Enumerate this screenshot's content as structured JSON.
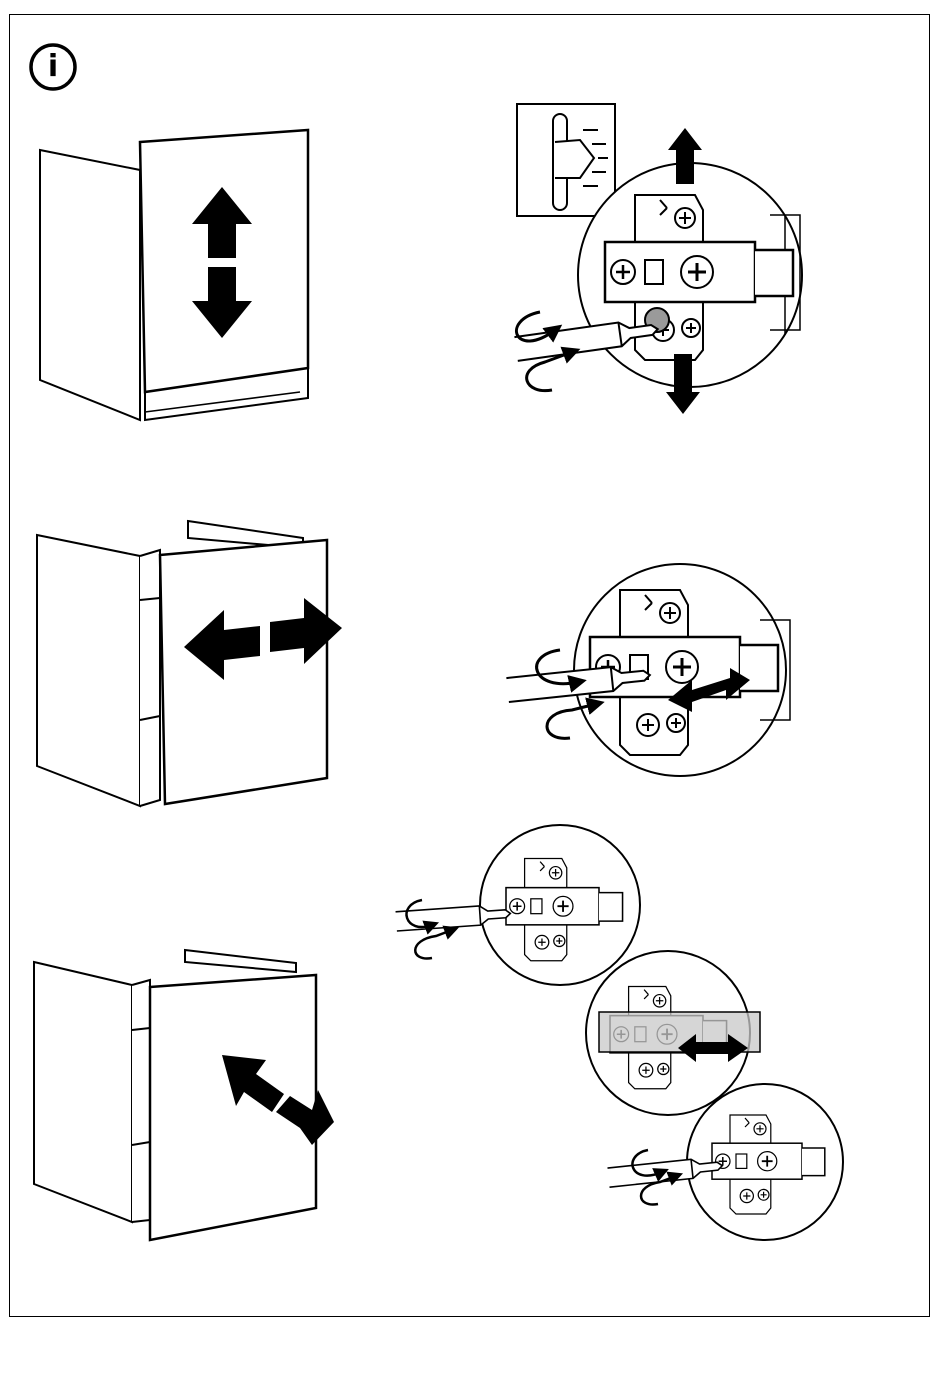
{
  "page": {
    "info_symbol": "i",
    "colors": {
      "ink": "#000000",
      "paper": "#ffffff",
      "shade": "#9a9a9a",
      "light": "#d9d9d9"
    }
  },
  "icons": [
    "info-icon",
    "up-down-arrow-icon",
    "left-right-arrow-icon",
    "depth-arrow-icon",
    "screwdriver-icon",
    "rotate-icon",
    "hinge-icon",
    "scale-marker-icon"
  ],
  "steps": [
    {
      "adjustment": "height"
    },
    {
      "adjustment": "side"
    },
    {
      "adjustment": "depth"
    }
  ]
}
